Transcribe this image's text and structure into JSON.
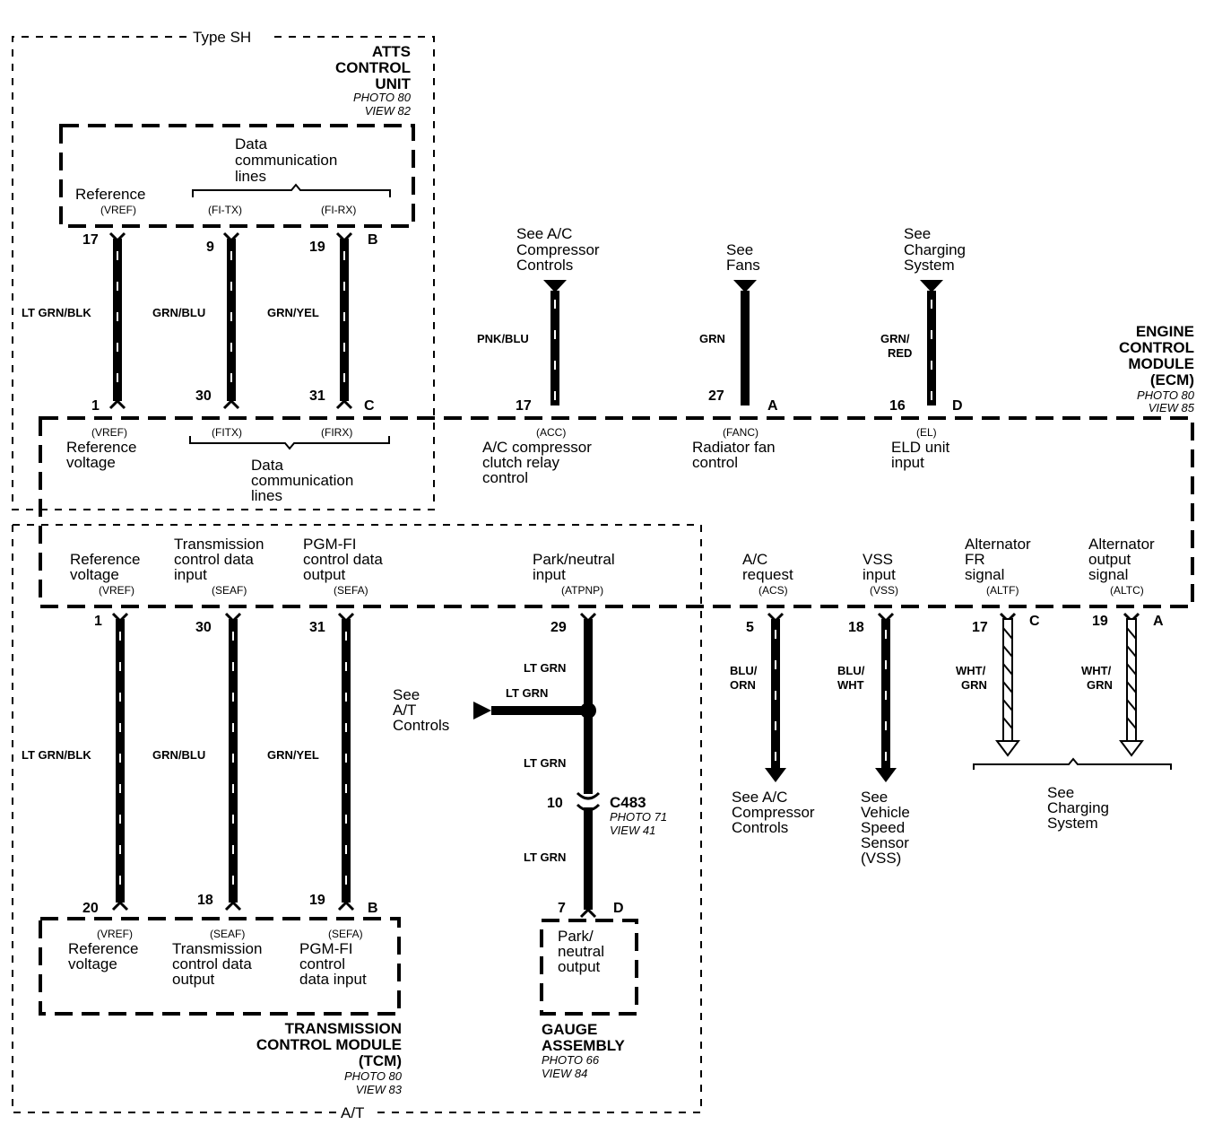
{
  "type_sh": "Type SH",
  "at": "A/T",
  "atts": {
    "title": [
      "ATTS",
      "CONTROL",
      "UNIT"
    ],
    "photo": "PHOTO 80",
    "view": "VIEW 82",
    "data_comm": [
      "Data",
      "communication",
      "lines"
    ],
    "reference": "Reference",
    "codes": [
      "(VREF)",
      "(FI-TX)",
      "(FI-RX)"
    ],
    "pins": [
      "17",
      "9",
      "19"
    ],
    "connector": "B"
  },
  "ecm": {
    "title": [
      "ENGINE",
      "CONTROL",
      "MODULE",
      "(ECM)"
    ],
    "photo": "PHOTO 80",
    "view": "VIEW 85",
    "top_pins": [
      "1",
      "30",
      "31",
      "17",
      "27",
      "16"
    ],
    "top_connectors": [
      "C",
      "A",
      "D"
    ],
    "top_codes": [
      "(VREF)",
      "(FITX)",
      "(FIRX)",
      "(ACC)",
      "(FANC)",
      "(EL)"
    ],
    "ref_voltage": [
      "Reference",
      "voltage"
    ],
    "data_comm": [
      "Data",
      "communication",
      "lines"
    ],
    "acc_desc": [
      "A/C compressor",
      "clutch relay",
      "control"
    ],
    "fanc_desc": [
      "Radiator fan",
      "control"
    ],
    "el_desc": [
      "ELD unit",
      "input"
    ],
    "bottom_ref": [
      "Reference",
      "voltage"
    ],
    "trans_input": [
      "Transmission",
      "control data",
      "input"
    ],
    "pgm_output": [
      "PGM-FI",
      "control data",
      "output"
    ],
    "park_input": [
      "Park/neutral",
      "input"
    ],
    "ac_request": [
      "A/C",
      "request"
    ],
    "vss_input": [
      "VSS",
      "input"
    ],
    "alt_fr": [
      "Alternator",
      "FR",
      "signal"
    ],
    "alt_output": [
      "Alternator",
      "output",
      "signal"
    ],
    "bottom_codes": [
      "(VREF)",
      "(SEAF)",
      "(SEFA)",
      "(ATPNP)",
      "(ACS)",
      "(VSS)",
      "(ALTF)",
      "(ALTC)"
    ],
    "bottom_pins": [
      "1",
      "30",
      "31",
      "29",
      "5",
      "18",
      "17",
      "19"
    ],
    "bottom_connectors": [
      "C",
      "A"
    ]
  },
  "wires": {
    "lt_grn_blk": "LT GRN/BLK",
    "grn_blu": "GRN/BLU",
    "grn_yel": "GRN/YEL",
    "pnk_blu": "PNK/BLU",
    "grn": "GRN",
    "grn_red": [
      "GRN/",
      "RED"
    ],
    "lt_grn": "LT GRN",
    "blu_orn": [
      "BLU/",
      "ORN"
    ],
    "blu_wht": [
      "BLU/",
      "WHT"
    ],
    "wht_grn": [
      "WHT/",
      "GRN"
    ]
  },
  "refs": {
    "ac_top": [
      "See A/C",
      "Compressor",
      "Controls"
    ],
    "fans": [
      "See",
      "Fans"
    ],
    "charging_top": [
      "See",
      "Charging",
      "System"
    ],
    "at_controls": [
      "See",
      "A/T",
      "Controls"
    ],
    "ac_bottom": [
      "See A/C",
      "Compressor",
      "Controls"
    ],
    "vss": [
      "See",
      "Vehicle",
      "Speed",
      "Sensor",
      "(VSS)"
    ],
    "charging_bottom": [
      "See",
      "Charging",
      "System"
    ]
  },
  "c483": {
    "pin": "10",
    "name": "C483",
    "photo": "PHOTO 71",
    "view": "VIEW 41"
  },
  "tcm": {
    "pins": [
      "20",
      "18",
      "19"
    ],
    "connector": "B",
    "codes": [
      "(VREF)",
      "(SEAF)",
      "(SEFA)"
    ],
    "ref": [
      "Reference",
      "voltage"
    ],
    "trans_output": [
      "Transmission",
      "control data",
      "output"
    ],
    "pgm_input": [
      "PGM-FI",
      "control",
      "data input"
    ],
    "title": [
      "TRANSMISSION",
      "CONTROL MODULE",
      "(TCM)"
    ],
    "photo": "PHOTO 80",
    "view": "VIEW 83"
  },
  "gauge": {
    "pin": "7",
    "connector": "D",
    "desc": [
      "Park/",
      "neutral",
      "output"
    ],
    "title": [
      "GAUGE",
      "ASSEMBLY"
    ],
    "photo": "PHOTO 66",
    "view": "VIEW 84"
  }
}
